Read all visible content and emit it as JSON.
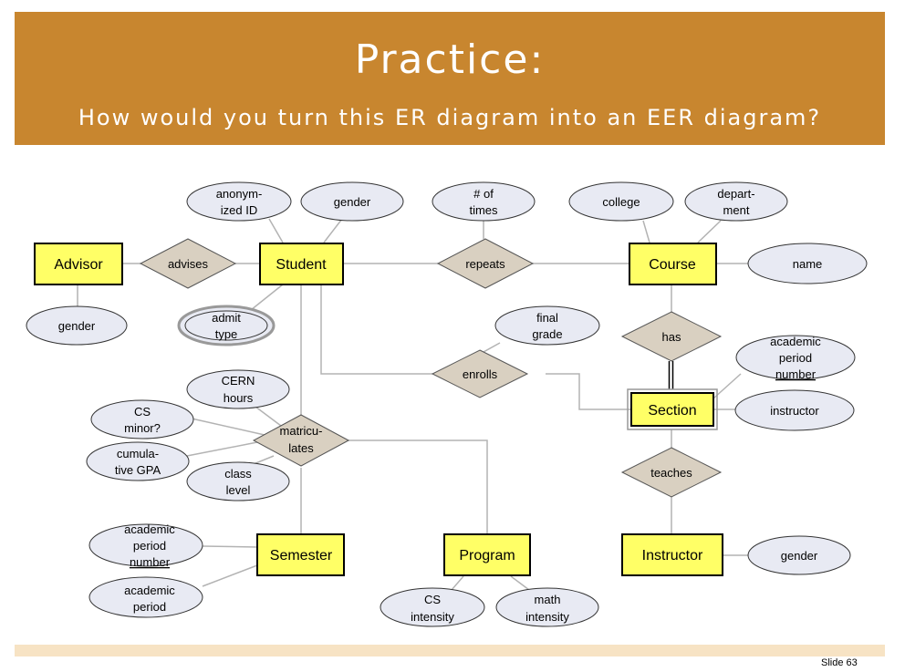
{
  "header": {
    "title": "Practice:",
    "subtitle": "How would you turn this ER diagram into an EER diagram?"
  },
  "footer": {
    "slide_number": "Slide 63"
  },
  "colors": {
    "banner": "#c8862f",
    "entity_fill": "#ffff66",
    "attribute_fill": "#e8eaf3",
    "relationship_fill": "#d9d0c1",
    "footer_bar": "#f7e3c4"
  },
  "diagram": {
    "entities": {
      "advisor": "Advisor",
      "student": "Student",
      "course": "Course",
      "section": "Section",
      "semester": "Semester",
      "program": "Program",
      "instructor": "Instructor"
    },
    "relationships": {
      "advises": "advises",
      "repeats": "repeats",
      "has": "has",
      "enrolls": "enrolls",
      "matriculates": [
        "matricu-",
        "lates"
      ],
      "teaches": "teaches"
    },
    "attributes": {
      "student_anonymized_id": [
        "anonym-",
        "ized ID"
      ],
      "student_gender": [
        "gender"
      ],
      "repeats_num_times": [
        "# of",
        "times"
      ],
      "course_college": [
        "college"
      ],
      "course_department": [
        "depart-",
        "ment"
      ],
      "course_name": [
        "name"
      ],
      "advisor_gender": [
        "gender"
      ],
      "student_admit_type": [
        "admit",
        "type"
      ],
      "enrolls_final_grade": [
        "final",
        "grade"
      ],
      "section_academic_period_number": [
        "academic",
        "period",
        "number"
      ],
      "section_instructor": [
        "instructor"
      ],
      "mat_cern_hours": [
        "CERN",
        "hours"
      ],
      "mat_cs_minor": [
        "CS",
        "minor?"
      ],
      "mat_cumulative_gpa": [
        "cumula-",
        "tive GPA"
      ],
      "mat_class_level": [
        "class",
        "level"
      ],
      "semester_academic_period_number": [
        "academic",
        "period",
        "number"
      ],
      "semester_academic_period": [
        "academic",
        "period"
      ],
      "program_cs_intensity": [
        "CS",
        "intensity"
      ],
      "program_math_intensity": [
        "math",
        "intensity"
      ],
      "instructor_gender": [
        "gender"
      ]
    }
  }
}
